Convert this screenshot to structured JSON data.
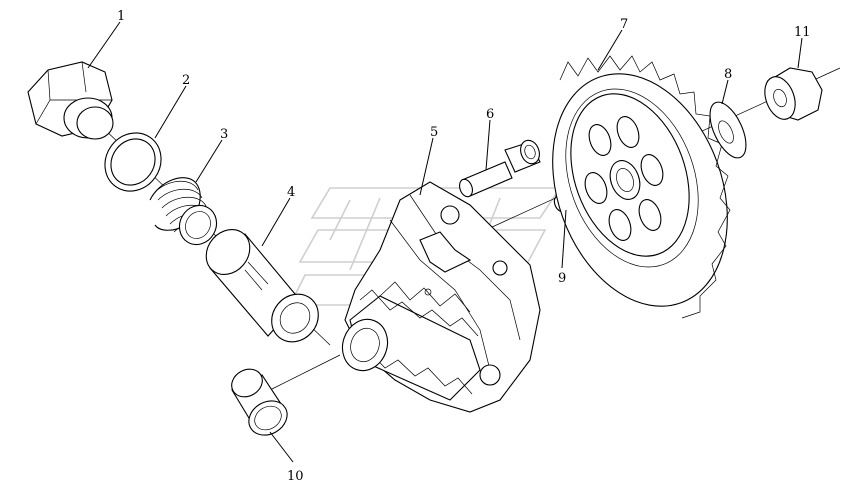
{
  "callouts": [
    {
      "id": "1",
      "label": "1"
    },
    {
      "id": "2",
      "label": "2"
    },
    {
      "id": "3",
      "label": "3"
    },
    {
      "id": "4",
      "label": "4"
    },
    {
      "id": "5",
      "label": "5"
    },
    {
      "id": "6",
      "label": "6"
    },
    {
      "id": "7",
      "label": "7"
    },
    {
      "id": "8",
      "label": "8"
    },
    {
      "id": "9",
      "label": "9"
    },
    {
      "id": "10",
      "label": "10"
    },
    {
      "id": "11",
      "label": "11"
    }
  ],
  "colors": {
    "line": "#000000",
    "background": "#ffffff",
    "watermark": "#cfcfcf"
  }
}
